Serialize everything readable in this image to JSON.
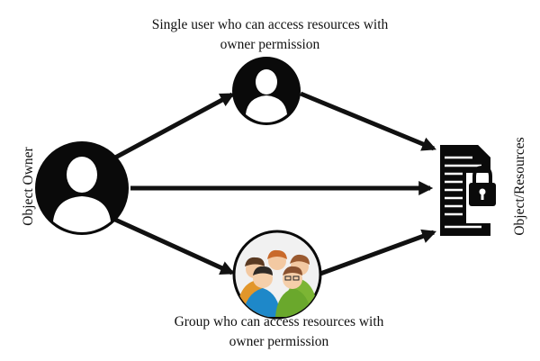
{
  "labels": {
    "single_user_line1": "Single user who can access resources with",
    "single_user_line2": "owner permission",
    "group_line1": "Group who can access resources with",
    "group_line2": "owner permission",
    "object_owner": "Object Owner",
    "object_resources": "Object/Resources"
  },
  "colors": {
    "ink": "#111111",
    "background": "#ffffff"
  },
  "icons": {
    "owner": "user-avatar-icon",
    "single_user": "user-avatar-icon",
    "group": "group-people-icon",
    "resources": "locked-document-icon"
  }
}
